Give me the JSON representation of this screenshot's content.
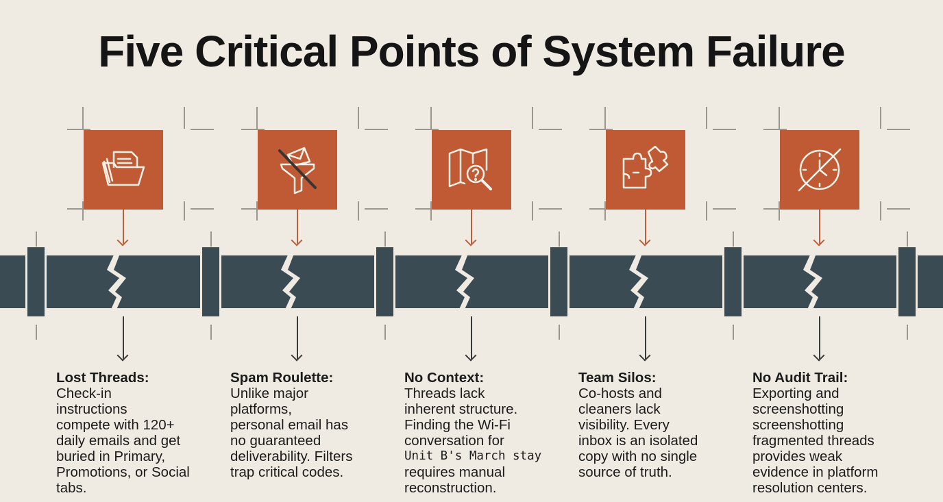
{
  "title": "Five Critical Points of System Failure",
  "colors": {
    "background": "#efebe2",
    "accent": "#c05a35",
    "pipe": "#3a4b54",
    "text": "#1b1b1b"
  },
  "items": [
    {
      "icon": "folder-documents-icon",
      "heading": "Lost Threads:",
      "lines": [
        "Check-in",
        "instructions",
        "compete with 120+",
        "daily emails and get",
        "buried in Primary,",
        "Promotions, or Social",
        "tabs."
      ]
    },
    {
      "icon": "email-filter-blocked-icon",
      "heading": "Spam Roulette:",
      "lines": [
        "Unlike major",
        "platforms,",
        "personal email has",
        "no guaranteed",
        "deliverability. Filters",
        "trap critical codes."
      ]
    },
    {
      "icon": "map-search-question-icon",
      "heading": "No Context:",
      "lines": [
        "Threads lack",
        "inherent structure.",
        "Finding the Wi-Fi",
        "conversation for",
        "Unit B's March stay",
        "requires manual",
        "reconstruction."
      ],
      "code_phrase": "Unit B's March stay"
    },
    {
      "icon": "puzzle-pieces-icon",
      "heading": "Team Silos:",
      "lines": [
        "Co-hosts and",
        "cleaners lack",
        "visibility. Every",
        "inbox is an isolated",
        "copy with no single",
        "source of truth."
      ]
    },
    {
      "icon": "clock-crossed-icon",
      "heading": "No Audit Trail:",
      "lines": [
        "Exporting and",
        "screenshotting",
        "screenshotting",
        "fragmented threads",
        "provides weak",
        "evidence in platform",
        "resolution centers."
      ]
    }
  ]
}
